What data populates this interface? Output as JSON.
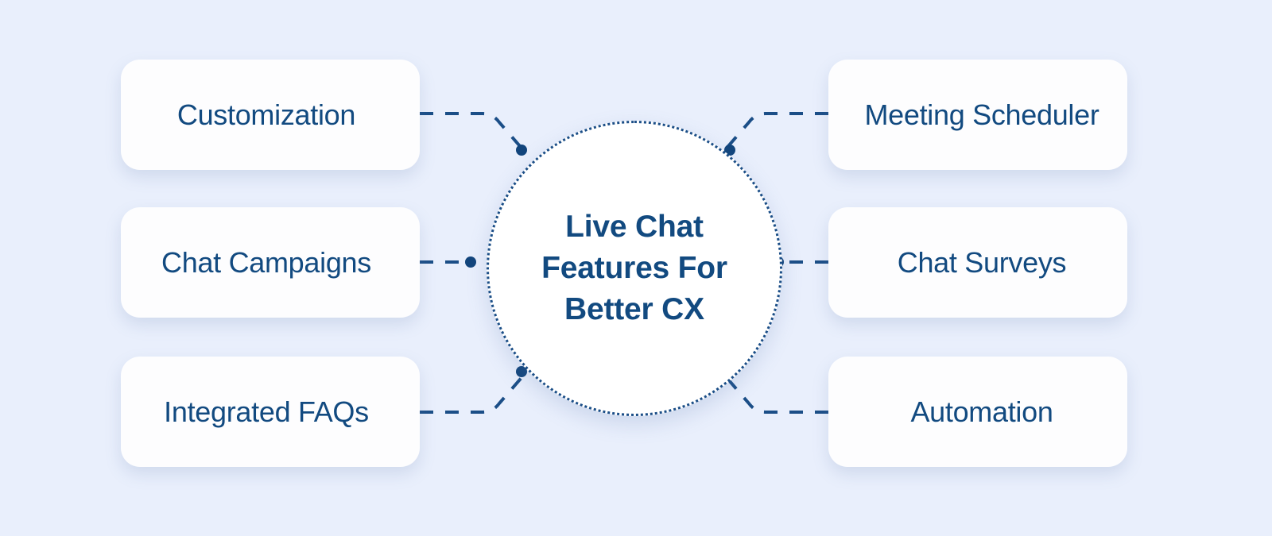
{
  "diagram": {
    "type": "hub-and-spoke",
    "background_color": "#e9effc",
    "accent_color": "#124a80",
    "card_background": "#fdfdfe",
    "hub": {
      "title": "Live Chat\nFeatures For\nBetter CX",
      "title_lines": [
        "Live Chat",
        "Features For",
        "Better CX"
      ],
      "shape": "circle",
      "border_style": "dotted"
    },
    "nodes": [
      {
        "id": "customization",
        "label": "Customization",
        "side": "left",
        "row": "top"
      },
      {
        "id": "chat-campaigns",
        "label": "Chat Campaigns",
        "side": "left",
        "row": "middle"
      },
      {
        "id": "integrated-faqs",
        "label": "Integrated FAQs",
        "side": "left",
        "row": "bottom"
      },
      {
        "id": "meeting-scheduler",
        "label": "Meeting Scheduler",
        "side": "right",
        "row": "top"
      },
      {
        "id": "chat-surveys",
        "label": "Chat Surveys",
        "side": "right",
        "row": "middle"
      },
      {
        "id": "automation",
        "label": "Automation",
        "side": "right",
        "row": "bottom"
      }
    ]
  },
  "chart_data": {
    "type": "diagram",
    "title": "Live Chat Features For Better CX",
    "categories": [
      "Customization",
      "Chat Campaigns",
      "Integrated FAQs",
      "Meeting Scheduler",
      "Chat Surveys",
      "Automation"
    ],
    "center": "Live Chat Features For Better CX",
    "legend": [],
    "xlabel": "",
    "ylabel": ""
  }
}
